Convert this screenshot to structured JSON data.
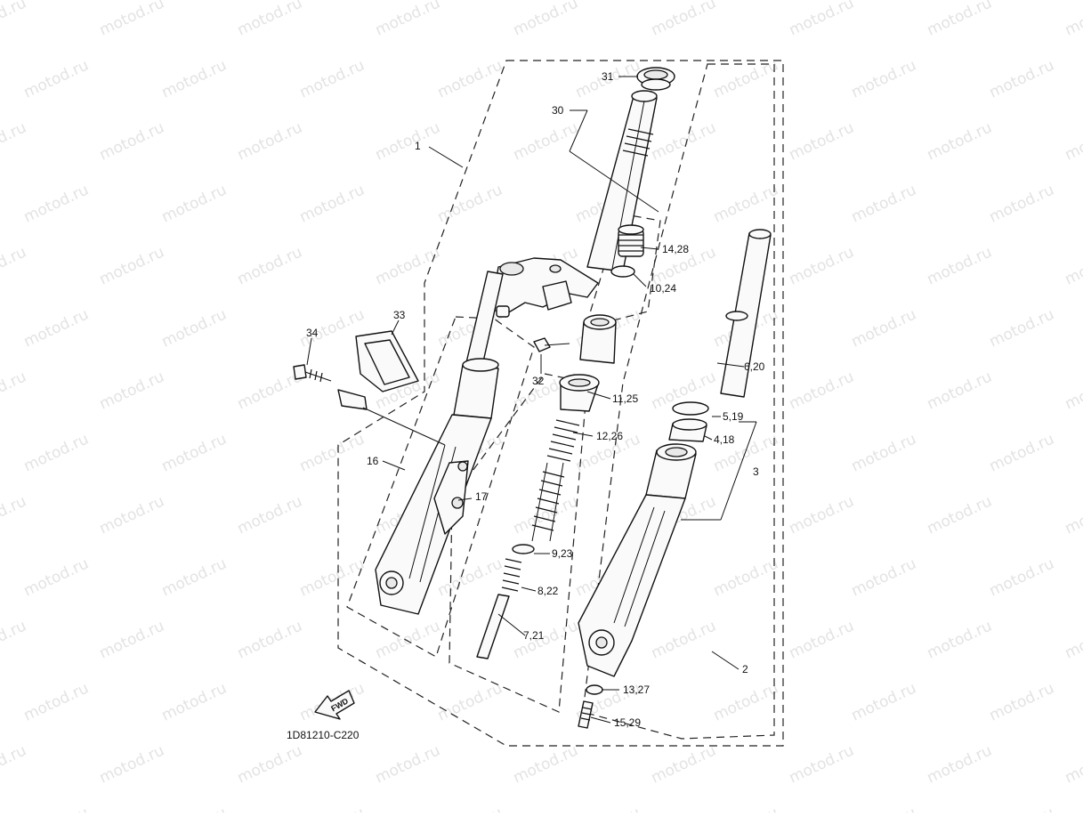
{
  "watermark": "motod.ru",
  "diagram_code": "1D81210-C220",
  "fwd_label": "FWD",
  "callouts": {
    "c1": "1",
    "c2": "2",
    "c3": "3",
    "c4": "4,18",
    "c5": "5,19",
    "c6": "6,20",
    "c7": "7,21",
    "c8": "8,22",
    "c9": "9,23",
    "c10": "10,24",
    "c11": "11,25",
    "c12": "12,26",
    "c13": "13,27",
    "c14": "14,28",
    "c15": "15,29",
    "c16": "16",
    "c17": "17",
    "c30": "30",
    "c31": "31",
    "c32": "32",
    "c33": "33",
    "c34": "34"
  },
  "colors": {
    "line": "#111111",
    "watermark": "#e3e3e3",
    "background": "#ffffff"
  }
}
